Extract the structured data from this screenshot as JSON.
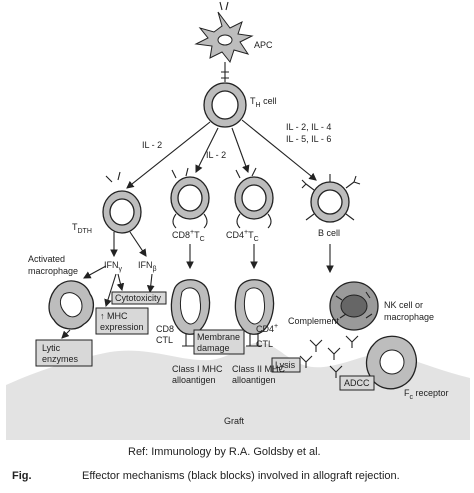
{
  "labels": {
    "apc": "APC",
    "th_cell": "T",
    "th_sub": "H",
    "th_suffix": " cell",
    "il2_left": "IL - 2",
    "il2_mid": "IL - 2",
    "il_right_1": "IL - 2, IL - 4",
    "il_right_2": "IL - 5, IL - 6",
    "tdth": "T",
    "tdth_sub": "DTH",
    "cd8tc": "CD8",
    "cd8tc_sup": "+",
    "cd8tc_t": "T",
    "cd8tc_sub": "C",
    "cd4tc": "CD4",
    "cd4tc_sup": "+",
    "cd4tc_t": "T",
    "cd4tc_sub": "C",
    "bcell": "B cell",
    "activated_1": "Activated",
    "activated_2": "macrophage",
    "ifn_left": "IFN",
    "ifn_left_sub": "γ",
    "ifn_right": "IFN",
    "ifn_right_sub": "β",
    "cytotoxicity": "Cytotoxicity",
    "mhc_expr_1": "↑ MHC",
    "mhc_expr_2": "expression",
    "cd8ctl_1": "CD8",
    "cd8ctl_2": "CTL",
    "membrane_1": "Membrane",
    "membrane_2": "damage",
    "cd4ctl_1": "CD4",
    "cd4ctl_sup": "+",
    "cd4ctl_2": "CTL",
    "nk_1": "NK cell or",
    "nk_2": "macrophage",
    "complement": "Complement",
    "lytic_1": "Lytic",
    "lytic_2": "enzymes",
    "class1_1": "Class I MHC",
    "class1_2": "alloantigen",
    "class2_1": "Class II MHC",
    "class2_2": "alloantigen",
    "lysis": "Lysis",
    "adcc": "ADCC",
    "fc": "F",
    "fc_sub": "c",
    "fc_suffix": " receptor",
    "graft": "Graft"
  },
  "caption": {
    "ref": "Ref: Immunology by R.A. Goldsby et al.",
    "fig_label": "Fig.",
    "fig_text": "Effector mechanisms (black blocks) involved in allograft rejection."
  }
}
